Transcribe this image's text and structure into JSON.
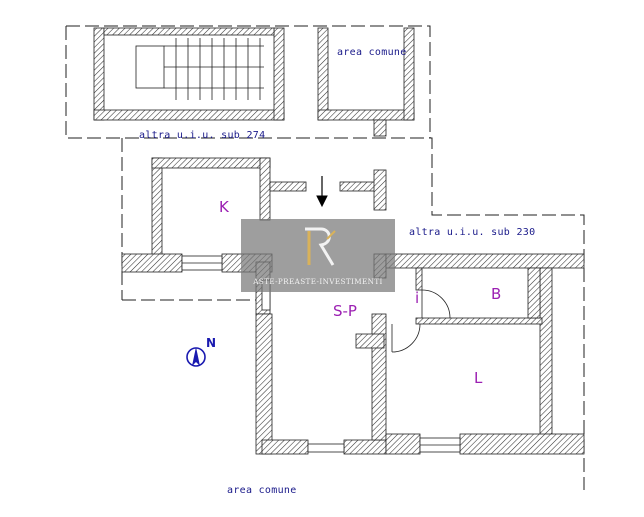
{
  "labels": {
    "area_comune_top": "area comune",
    "altra_274": "altra u.i.u. sub 274",
    "altra_230": "altra u.i.u. sub 230",
    "area_comune_bottom": "area comune"
  },
  "rooms": {
    "k": "K",
    "sp": "S-P",
    "i": "i",
    "b": "B",
    "l": "L"
  },
  "north_label": "N",
  "watermark": {
    "logo_letters": "R",
    "brand": "ASTE-PREASTE-INVESTIMENTI"
  },
  "colors": {
    "wall_hatch": "#333333",
    "label_text": "#1a1a8a",
    "room_text": "#9b1fb2",
    "north_text": "#1a1ab0",
    "watermark_gold": "#d9b25a"
  }
}
